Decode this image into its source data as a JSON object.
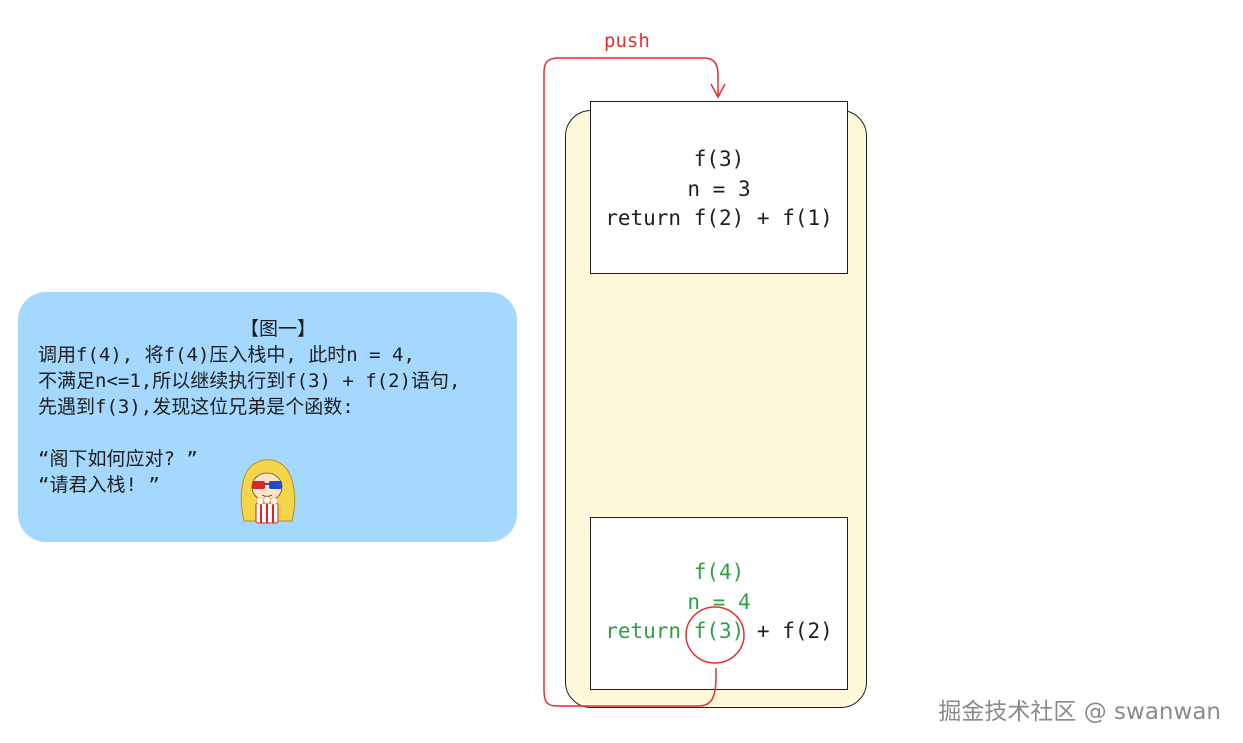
{
  "note": {
    "title": "【图一】",
    "lines": [
      "调用f(4), 将f(4)压入栈中, 此时n = 4,",
      "不满足n<=1,所以继续执行到f(3) + f(2)语句,",
      "先遇到f(3),发现这位兄弟是个函数:"
    ],
    "quote1": "“阁下如何应对? ”",
    "quote2": "“请君入栈! ”"
  },
  "frame_top": {
    "line1": "f(3)",
    "line2": "n = 3",
    "line3": "return f(2) + f(1)"
  },
  "frame_bottom": {
    "line1": "f(4)",
    "line2": "n = 4",
    "line3_return": "return ",
    "line3_call": "f(3)",
    "line3_rest": " + f(2)"
  },
  "arrow": {
    "label": "push"
  },
  "watermark": "掘金技术社区 @ swanwan",
  "colors": {
    "note_bg": "#a5d8ff",
    "stack_bg": "#fff9db",
    "accent_red": "#e03131",
    "accent_green": "#2f9e44"
  }
}
